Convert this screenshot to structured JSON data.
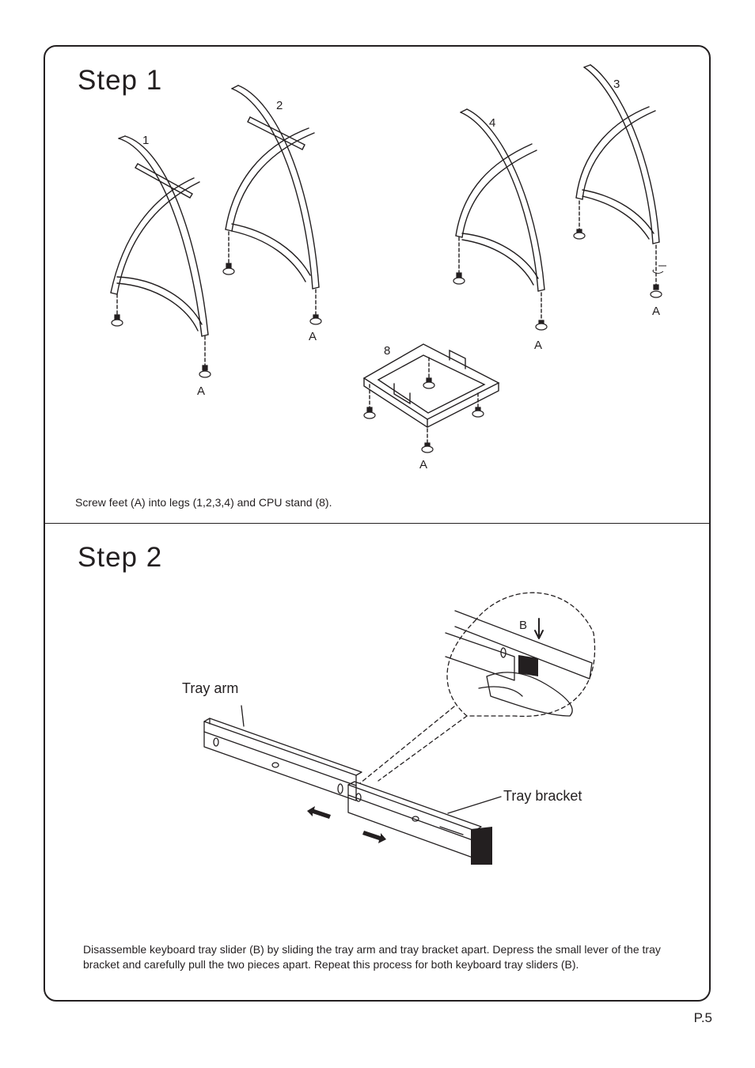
{
  "step1": {
    "title": "Step  1",
    "caption": "Screw feet (A) into legs (1,2,3,4) and CPU stand (8).",
    "part_labels": [
      "1",
      "2",
      "3",
      "4",
      "8"
    ],
    "foot_label": "A"
  },
  "step2": {
    "title": "Step  2",
    "tray_arm_label": "Tray arm",
    "tray_bracket_label": "Tray bracket",
    "slider_label": "B",
    "caption": "Disassemble keyboard tray slider (B) by sliding the tray arm and tray bracket apart. Depress the small lever of the tray bracket and carefully pull the two pieces apart. Repeat this process for both keyboard tray sliders (B)."
  },
  "page_number": "P.5"
}
